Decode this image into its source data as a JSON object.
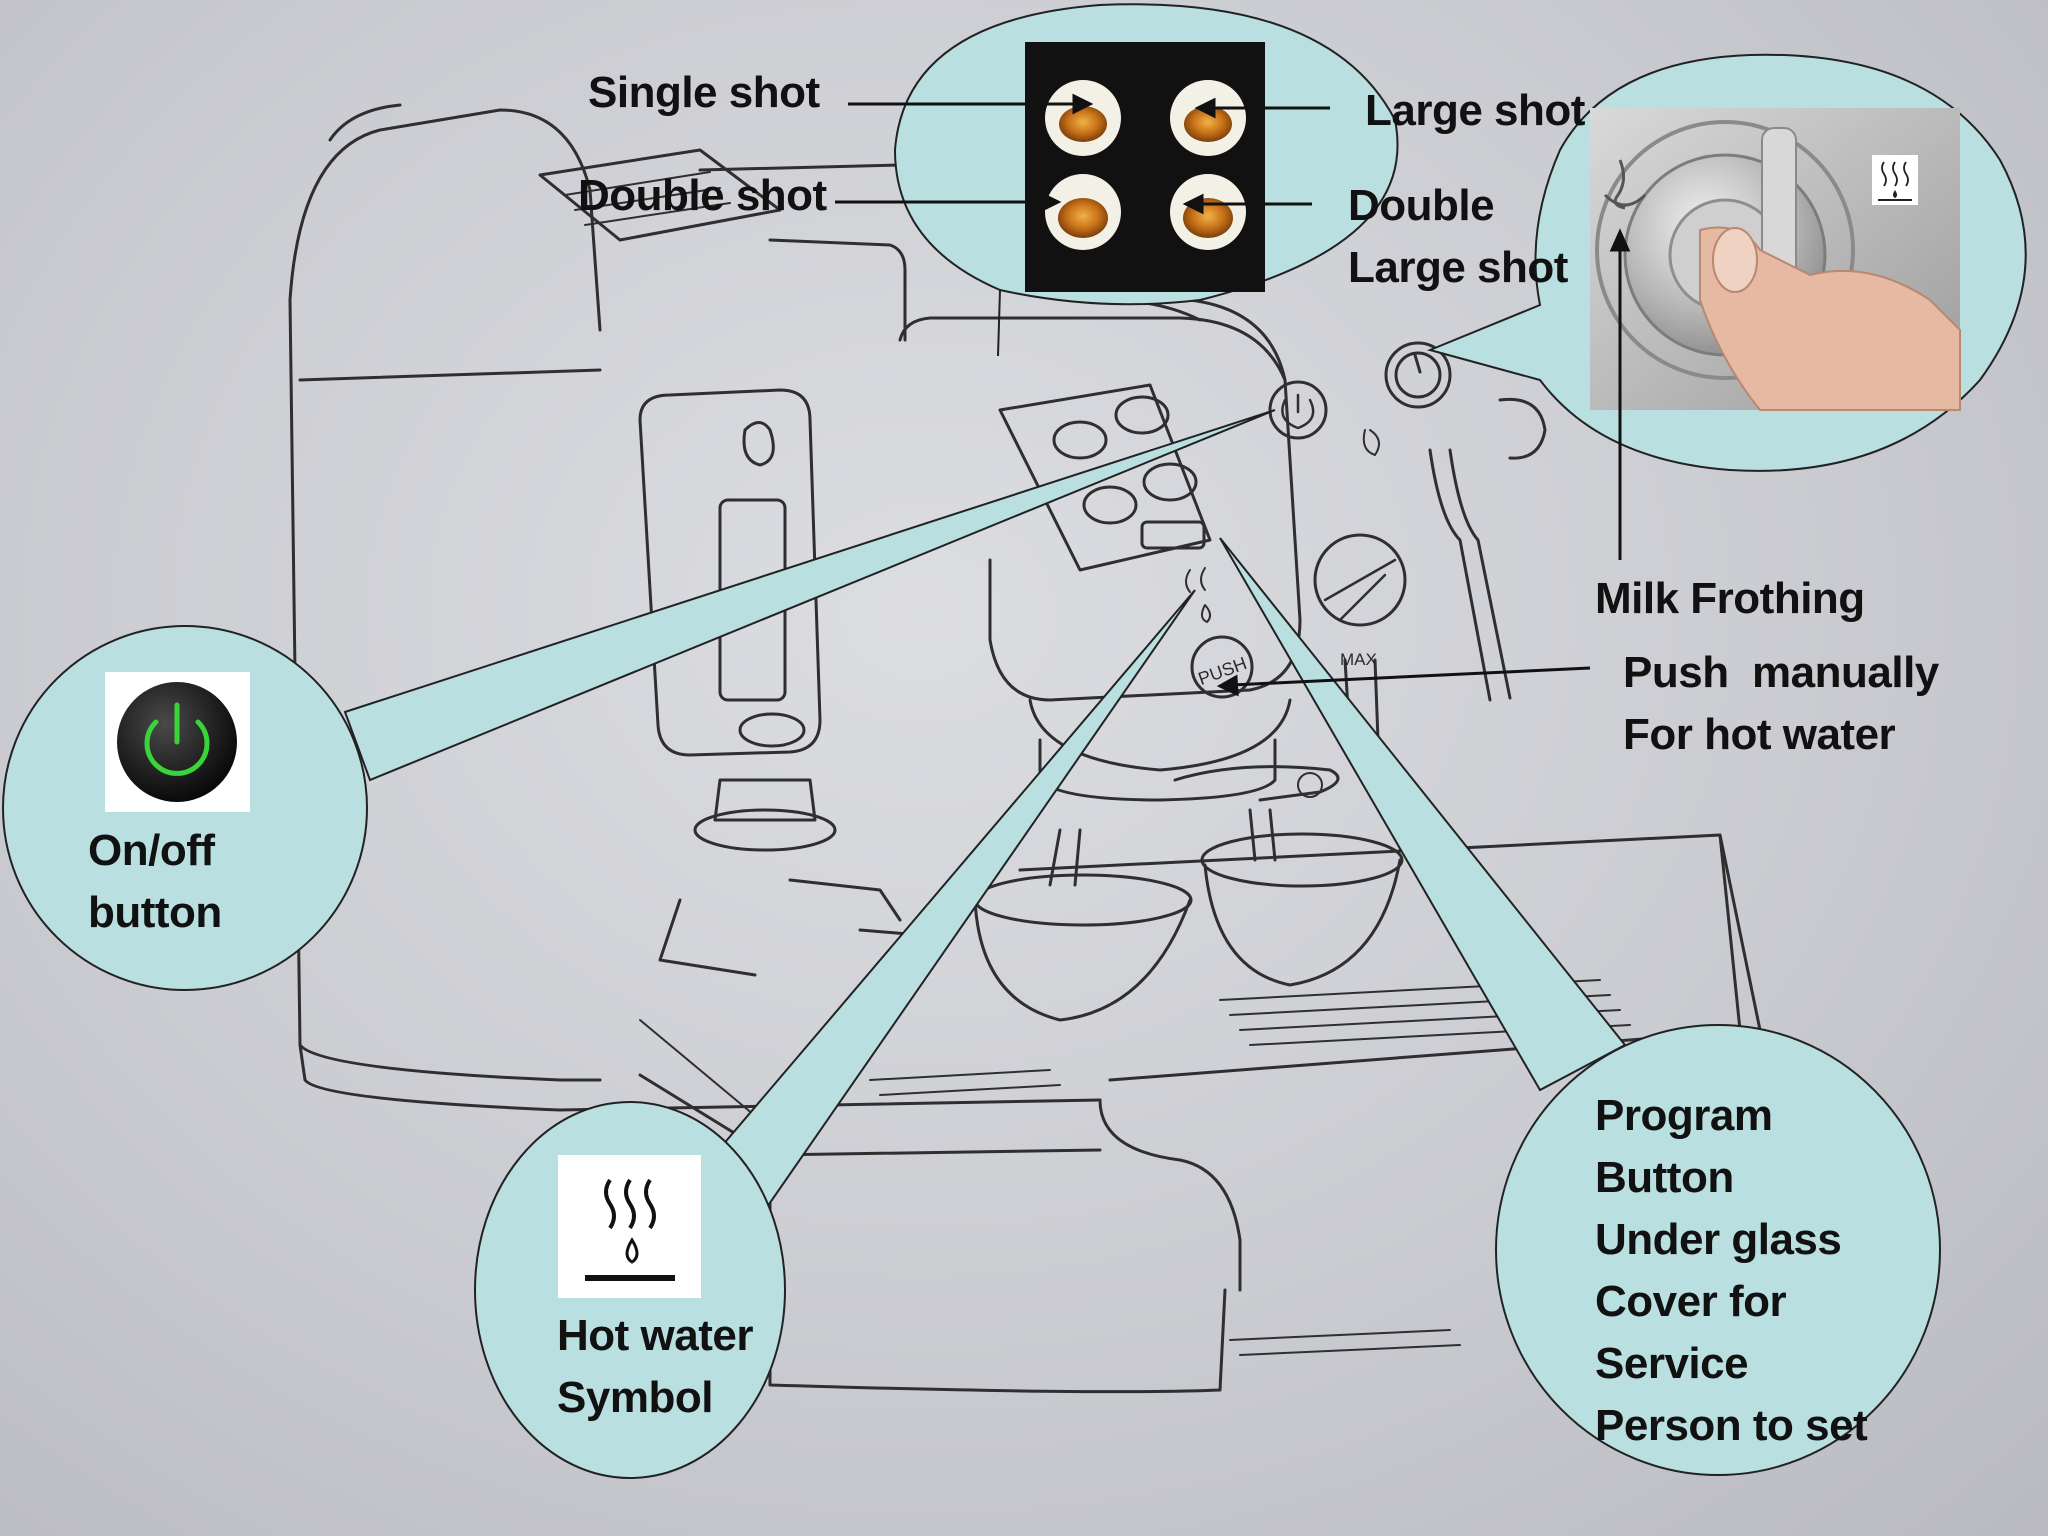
{
  "labels": {
    "single_shot": "Single shot",
    "double_shot": "Double shot",
    "large_shot": "Large shot",
    "double_large_shot_line1": "Double",
    "double_large_shot_line2": "Large shot",
    "milk_frothing": "Milk Frothing",
    "push_line1": "Push  manually",
    "push_line2": "For hot water",
    "onoff_line1": "On/off",
    "onoff_line2": "button",
    "hotwater_line1": "Hot water",
    "hotwater_line2": "Symbol",
    "program_lines": [
      "Program",
      "Button",
      "Under glass",
      "Cover for",
      "Service",
      "Person to set"
    ]
  },
  "machine_markings": {
    "push_button": "PUSH",
    "max_mark": "MAX"
  },
  "colors": {
    "callout_fill": "#b9dfe0",
    "line_color": "#2a2a2a",
    "power_green": "#39d43a",
    "background": "#cbccd1"
  },
  "icons": [
    "power-icon",
    "hot-water-icon",
    "steam-icon",
    "shot-buttons-photo",
    "frothing-dial-photo"
  ]
}
